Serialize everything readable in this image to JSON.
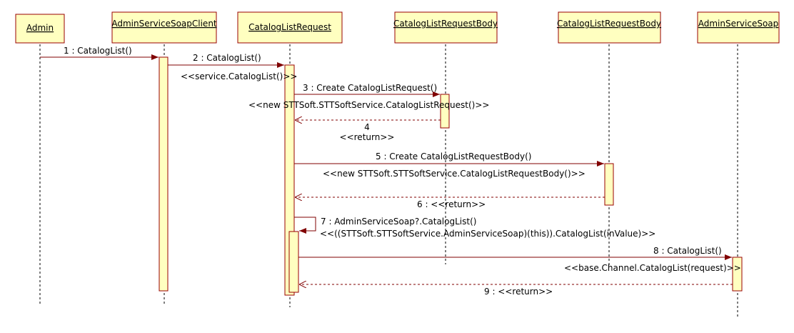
{
  "colors": {
    "box_fill": "#ffffc0",
    "box_stroke": "#990000",
    "message": "#800000",
    "text": "#000000",
    "lifeline": "#000000"
  },
  "lifelines": [
    {
      "id": "admin",
      "name": "Admin"
    },
    {
      "id": "client",
      "name": "AdminServiceSoapClient"
    },
    {
      "id": "request",
      "name": "CatalogListRequest"
    },
    {
      "id": "body1",
      "name": "CatalogListRequestBody"
    },
    {
      "id": "body2",
      "name": "CatalogListRequestBody"
    },
    {
      "id": "soap",
      "name": "AdminServiceSoap"
    }
  ],
  "messages": [
    {
      "label": "1 : CatalogList()",
      "stereotype": ""
    },
    {
      "label": "2 : CatalogList()",
      "stereotype": "<<service.CatalogList()>>"
    },
    {
      "label": "3 : Create CatalogListRequest()",
      "stereotype": "<<new STTSoft.STTSoftService.CatalogListRequest()>>"
    },
    {
      "label": "4",
      "stereotype": "<<return>>"
    },
    {
      "label": "5 : Create CatalogListRequestBody()",
      "stereotype": "<<new STTSoft.STTSoftService.CatalogListRequestBody()>>"
    },
    {
      "label": "6 : <<return>>",
      "stereotype": ""
    },
    {
      "label": "7 : AdminServiceSoap?.CatalogList()",
      "stereotype": "<<((STTSoft.STTSoftService.AdminServiceSoap)(this)).CatalogList(inValue)>>"
    },
    {
      "label": "8 : CatalogList()",
      "stereotype": "<<base.Channel.CatalogList(request)>>"
    },
    {
      "label": "9 : <<return>>",
      "stereotype": ""
    }
  ]
}
